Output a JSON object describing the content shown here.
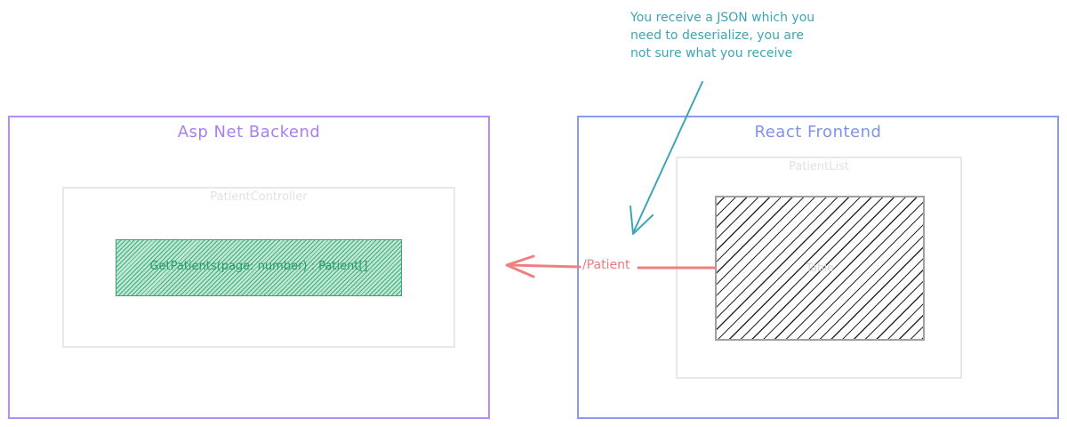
{
  "backend": {
    "title": "Asp Net Backend",
    "controller_label": "PatientController",
    "method_label": "GetPatients(page: number) : Patient[]"
  },
  "frontend": {
    "title": "React Frontend",
    "list_label": "PatientList",
    "table_label": "Table"
  },
  "connection": {
    "endpoint_label": "/Patient"
  },
  "annotation": {
    "note_text": "You receive a JSON which you\nneed to deserialize, you are\nnot sure what you receive"
  },
  "colors": {
    "backend": "#b48ef2",
    "frontend": "#8a9bef",
    "method": "#3faf7e",
    "arrow": "#f08080",
    "note": "#3fa4b4",
    "inner_border": "#e8e8e8"
  }
}
